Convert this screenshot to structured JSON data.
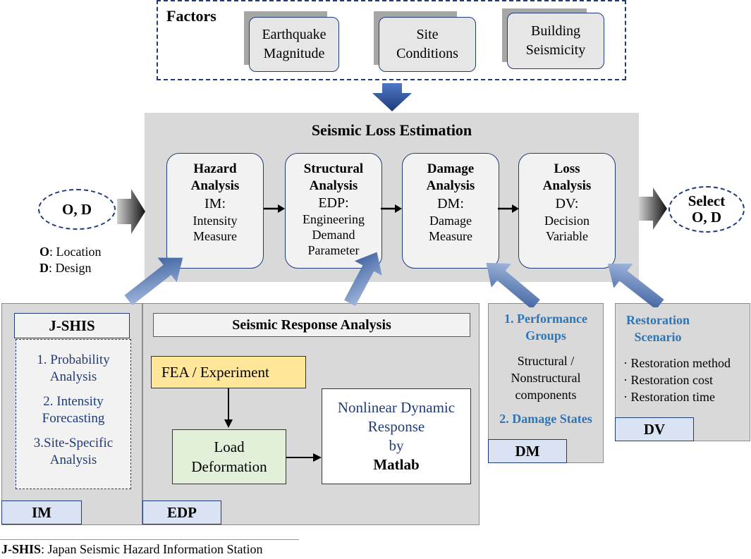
{
  "factors": {
    "title": "Factors",
    "items": [
      {
        "line1": "Earthquake",
        "line2": "Magnitude"
      },
      {
        "line1": "Site",
        "line2": "Conditions"
      },
      {
        "line1": "Building",
        "line2": "Seismicity"
      }
    ]
  },
  "main": {
    "title": "Seismic Loss Estimation",
    "stages": [
      {
        "title1": "Hazard",
        "title2": "Analysis",
        "abbr": "IM:",
        "desc1": "Intensity",
        "desc2": "Measure",
        "desc3": ""
      },
      {
        "title1": "Structural",
        "title2": "Analysis",
        "abbr": "EDP:",
        "desc1": "Engineering",
        "desc2": "Demand",
        "desc3": "Parameter"
      },
      {
        "title1": "Damage",
        "title2": "Analysis",
        "abbr": "DM:",
        "desc1": "Damage",
        "desc2": "Measure",
        "desc3": ""
      },
      {
        "title1": "Loss",
        "title2": "Analysis",
        "abbr": "DV:",
        "desc1": "Decision",
        "desc2": "Variable",
        "desc3": ""
      }
    ]
  },
  "input_od": {
    "label": "O, D"
  },
  "output_od": {
    "line1": "Select",
    "line2": "O, D"
  },
  "legend_od": {
    "o_key": "O",
    "o_text": ": Location",
    "d_key": "D",
    "d_text": ": Design"
  },
  "im_panel": {
    "title": "J-SHIS",
    "items": [
      {
        "line1": "1. Probability",
        "line2": "Analysis"
      },
      {
        "line1": "2. Intensity",
        "line2": "Forecasting"
      },
      {
        "line1": "3.Site-Specific",
        "line2": "Analysis"
      }
    ],
    "tag": "IM"
  },
  "edp_panel": {
    "title": "Seismic Response Analysis",
    "fea": "FEA / Experiment",
    "load1": "Load",
    "load2": "Deformation",
    "nonlin1": "Nonlinear Dynamic",
    "nonlin2": "Response",
    "nonlin3": "by",
    "nonlin4": "Matlab",
    "tag": "EDP"
  },
  "dm_panel": {
    "item1a": "1. Performance",
    "item1b": "Groups",
    "desc1": "Structural /",
    "desc2": "Nonstructural",
    "desc3": "components",
    "item2": "2. Damage States",
    "tag": "DM"
  },
  "dv_panel": {
    "title1": "Restoration",
    "title2": "Scenario",
    "items": [
      "· Restoration method",
      "· Restoration cost",
      "· Restoration time"
    ],
    "tag": "DV"
  },
  "footer": {
    "key": "J-SHIS",
    "text": ": Japan Seismic Hazard Information Station"
  },
  "colors": {
    "navy": "#1f3b7a",
    "accent_blue": "#2e75b6",
    "panel_gray": "#d9d9d9",
    "arrow_blue": "#2f5597"
  }
}
